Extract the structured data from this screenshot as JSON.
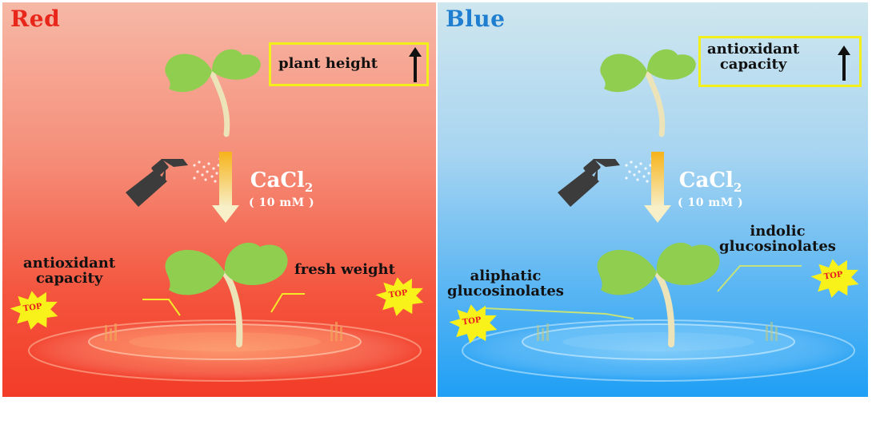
{
  "panels": {
    "red": {
      "title": "Red",
      "box_label": "plant height",
      "reagent": {
        "name": "CaCl",
        "subscript": "2",
        "concentration": "( 10 mM )"
      },
      "label_left": "antioxidant\ncapacity",
      "label_right": "fresh weight",
      "badge_text": "TOP"
    },
    "blue": {
      "title": "Blue",
      "box_label": "antioxidant\ncapacity",
      "reagent": {
        "name": "CaCl",
        "subscript": "2",
        "concentration": "( 10 mM )"
      },
      "label_left": "aliphatic\nglucosinolates",
      "label_right": "indolic\nglucosinolates",
      "badge_text": "TOP"
    }
  },
  "colors": {
    "red_title": "#e8261a",
    "blue_title": "#1f7ed0",
    "box_border": "#f2ef1b",
    "leaf": "#8fce4f",
    "stem": "#ece3b9",
    "badge": "#f8f21a",
    "badge_text": "#e81e1e",
    "arrow_gradient_top": "#f6b31b",
    "arrow_gradient_bottom": "#f7efc8",
    "sprayer": "#3c3c3c"
  }
}
